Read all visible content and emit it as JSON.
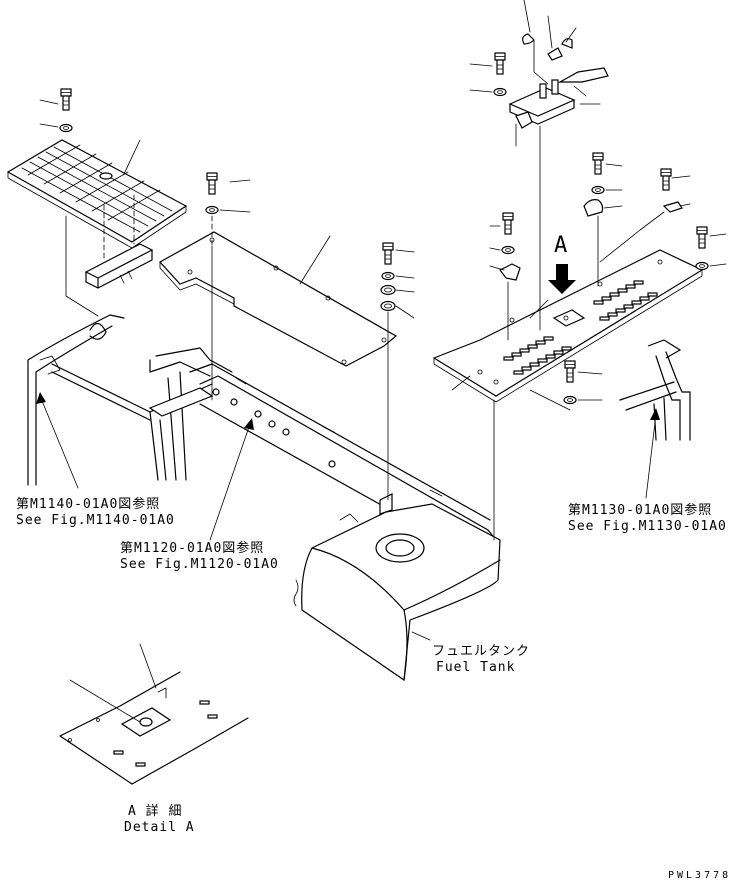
{
  "labels": {
    "ref_m1140_jp": "第M1140-01A0図参照",
    "ref_m1140_en": "See Fig.M1140-01A0",
    "ref_m1120_jp": "第M1120-01A0図参照",
    "ref_m1120_en": "See Fig.M1120-01A0",
    "ref_m1130_jp": "第M1130-01A0図参照",
    "ref_m1130_en": "See Fig.M1130-01A0",
    "fuel_tank_jp": "フュエルタンク",
    "fuel_tank_en": "Fuel Tank",
    "view_a": "A",
    "detail_a_jp": "A 詳 細",
    "detail_a_en": "Detail A",
    "drawing_no": "PWL3778"
  }
}
